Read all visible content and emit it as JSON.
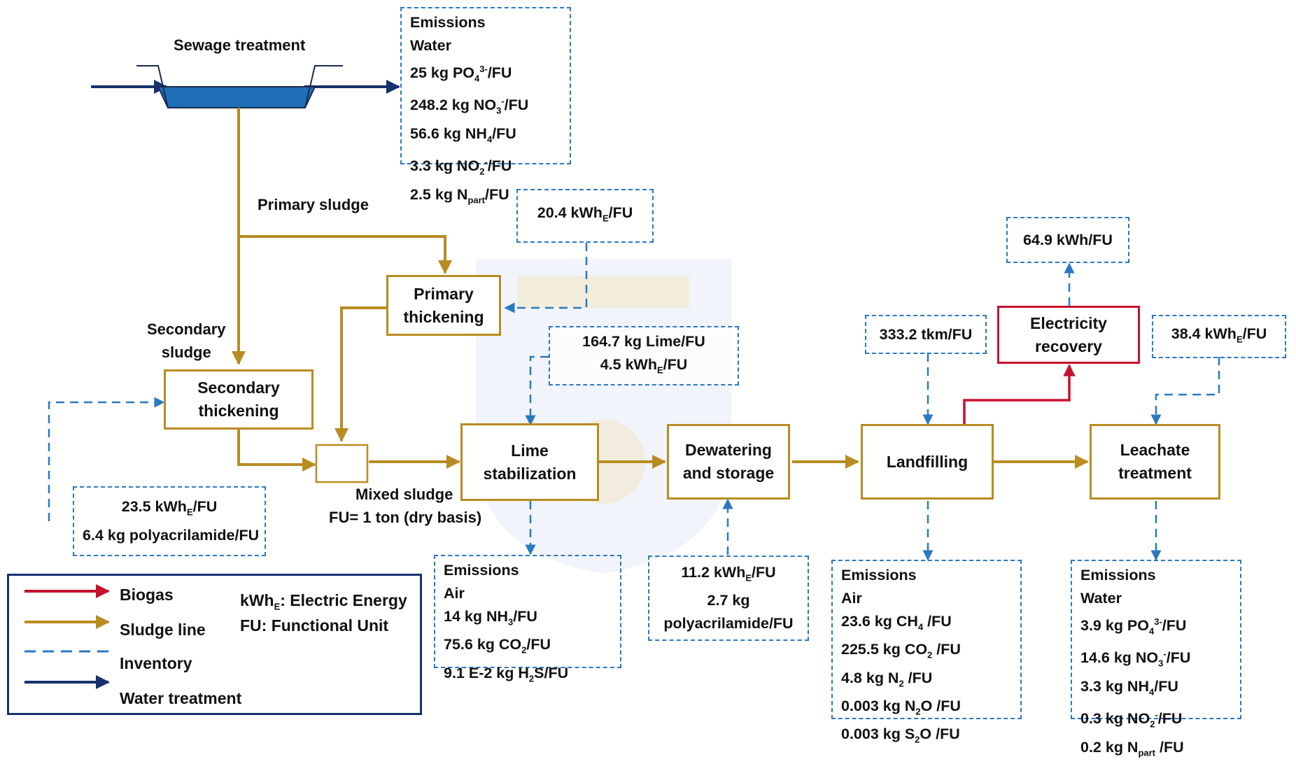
{
  "labels": {
    "sewage_treatment": "Sewage treatment",
    "primary_sludge": "Primary sludge",
    "secondary_sludge_l1": "Secondary",
    "secondary_sludge_l2": "sludge",
    "mixed_sludge": "Mixed sludge",
    "functional_unit": "FU= 1 ton (dry basis)"
  },
  "processes": {
    "primary_thickening": [
      "Primary",
      "thickening"
    ],
    "secondary_thickening": [
      "Secondary",
      "thickening"
    ],
    "lime_stabilization": [
      "Lime",
      "stabilization"
    ],
    "dewatering": [
      "Dewatering",
      "and storage"
    ],
    "landfilling": [
      "Landfilling"
    ],
    "leachate": [
      "Leachate",
      "treatment"
    ],
    "electricity": [
      "Electricity",
      "recovery"
    ]
  },
  "inventory": {
    "water_emissions": {
      "title": "Emissions",
      "medium": "Water",
      "lines": [
        "25 kg PO",
        "248.2 kg NO",
        "56.6 kg NH",
        "3.3 kg NO",
        "2.5 kg N"
      ],
      "suffix": [
        "/FU",
        "/FU",
        "/FU",
        "/FU",
        "/FU"
      ]
    },
    "primary_thickening_input": "20.4 kWh",
    "secondary_thickening_input": [
      "23.5 kWh",
      "6.4 kg  polyacrilamide/FU"
    ],
    "lime_input": [
      "164.7 kg Lime/FU",
      "4.5 kWh"
    ],
    "lime_emissions": {
      "title": "Emissions",
      "medium": "Air",
      "lines": [
        "14 kg NH",
        "75.6 kg CO",
        "9.1 E-2 kg H"
      ],
      "suffix": [
        "/FU",
        "/FU",
        "S/FU"
      ]
    },
    "dewatering_input": [
      "11.2 kWh",
      "2.7 kg",
      "polyacrilamide/FU"
    ],
    "transport_input": "333.2 tkm/FU",
    "electricity_output": "64.9 kWh/FU",
    "leachate_input": "38.4 kWh",
    "landfill_emissions": {
      "title": "Emissions",
      "medium": "Air",
      "lines": [
        "23.6 kg CH",
        "225.5 kg CO",
        "4.8 kg N",
        "0.003 kg N",
        "0.003 kg S"
      ],
      "suffix": [
        " /FU",
        " /FU",
        " /FU",
        "O /FU",
        "O /FU"
      ]
    },
    "leachate_emissions": {
      "title": "Emissions",
      "medium": "Water",
      "lines": [
        "3.9 kg PO",
        "14.6 kg NO",
        "3.3 kg NH",
        "0.3 kg NO",
        "0.2 kg N"
      ],
      "suffix": [
        "/FU",
        "/FU",
        "/FU",
        "/FU",
        " /FU"
      ]
    }
  },
  "legend": {
    "biogas": "Biogas",
    "sludge_line": "Sludge line",
    "inventory": "Inventory",
    "water_treatment": "Water treatment",
    "kwhe_def": ": Electric Energy",
    "kwhe_sym": "kWh",
    "fu_def": "FU: Functional Unit"
  },
  "colors": {
    "sludge": "#b78c21",
    "biogas": "#c8102e",
    "inventory": "#2a78c2",
    "water": "#16316e",
    "tank": "#1f6fb8"
  }
}
